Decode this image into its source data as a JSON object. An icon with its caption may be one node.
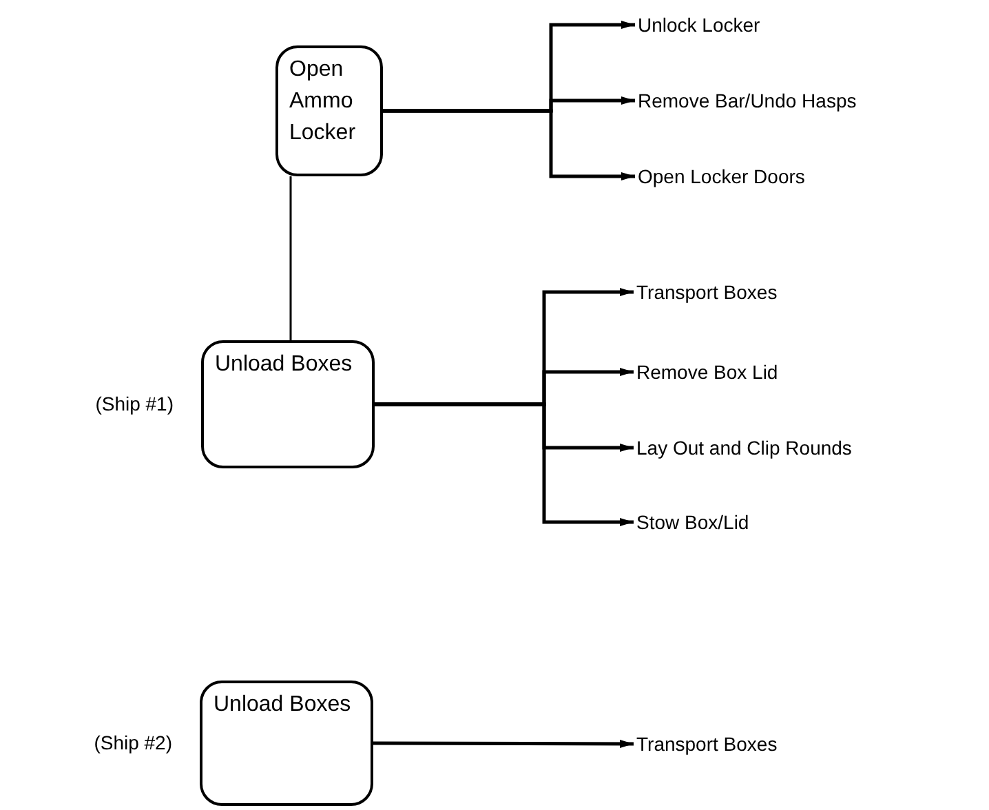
{
  "diagram": {
    "nodes": [
      {
        "text": [
          "Open Ammo Locker"
        ]
      },
      {
        "text": [
          "Unlock Locker"
        ]
      },
      {
        "text": [
          "Remove Bar/Undo Hasps"
        ]
      },
      {
        "text": [
          "Open Locker Doors"
        ]
      },
      {
        "text": [
          "Unload Boxes"
        ],
        "beside": [
          "(Ship #1)"
        ]
      },
      {
        "text": [
          "Transport Boxes"
        ]
      },
      {
        "text": [
          "Remove Box Lid"
        ]
      },
      {
        "text": [
          "Lay Out and Clip Rounds"
        ]
      },
      {
        "text": [
          "Stow Box/Lid"
        ]
      },
      {
        "text": [
          "Unload Boxes"
        ],
        "beside": [
          "(Ship #2)"
        ]
      },
      {
        "text": [
          "Transport Boxes"
        ]
      }
    ],
    "edges": [
      {
        "from": 0,
        "to": 1,
        "arrow": "to"
      },
      {
        "from": 0,
        "to": 2,
        "arrow": "to"
      },
      {
        "from": 0,
        "to": 3,
        "arrow": "to"
      },
      {
        "from": 0,
        "to": 4,
        "arrow": "none"
      },
      {
        "from": 4,
        "to": 5,
        "arrow": "to"
      },
      {
        "from": 4,
        "to": 6,
        "arrow": "to"
      },
      {
        "from": 4,
        "to": 7,
        "arrow": "to"
      },
      {
        "from": 4,
        "to": 8,
        "arrow": "to"
      },
      {
        "from": 9,
        "to": 10,
        "arrow": "to"
      }
    ]
  }
}
